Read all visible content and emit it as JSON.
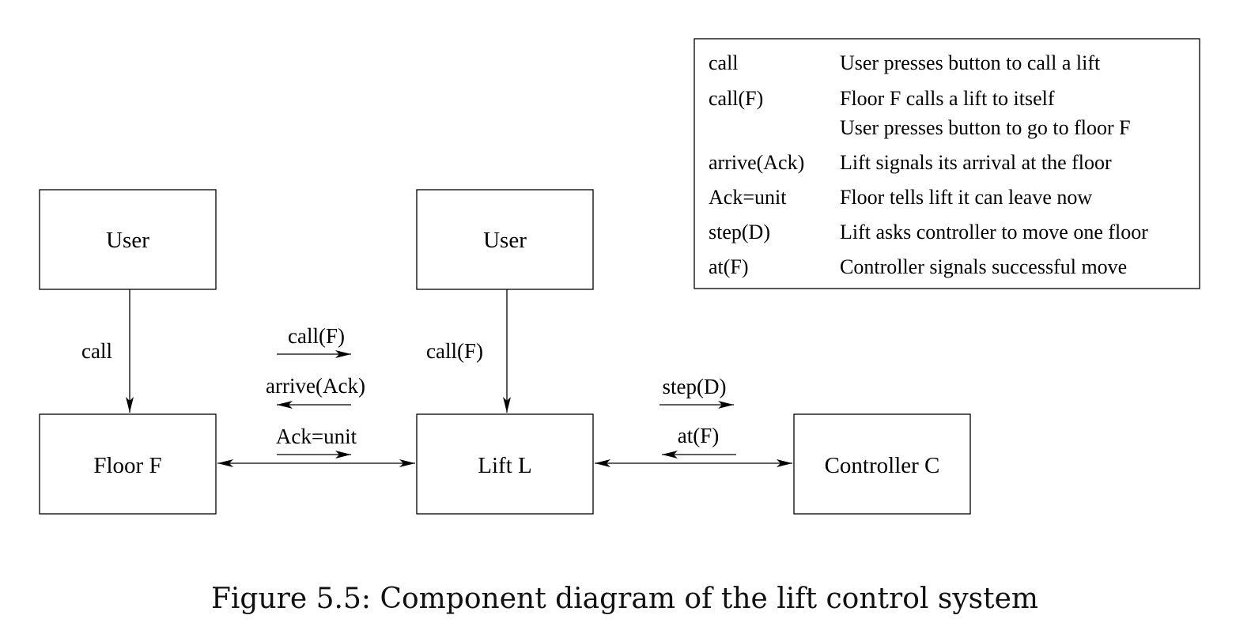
{
  "nodes": {
    "user_left": "User",
    "user_mid": "User",
    "floor": "Floor F",
    "lift": "Lift L",
    "controller": "Controller C"
  },
  "edges": {
    "user_to_floor": "call",
    "user_to_lift": "call(F)",
    "floor_lift_call": "call(F)",
    "floor_lift_arrive": "arrive(Ack)",
    "floor_lift_ack": "Ack=unit",
    "lift_ctrl_step": "step(D)",
    "lift_ctrl_at": "at(F)"
  },
  "legend": [
    {
      "term": "call",
      "desc": "User presses button to call a lift"
    },
    {
      "term": "call(F)",
      "desc": "Floor F calls a lift to itself"
    },
    {
      "term": "",
      "desc": "User presses button to go to floor F"
    },
    {
      "term": "arrive(Ack)",
      "desc": "Lift signals its arrival at the floor"
    },
    {
      "term": "Ack=unit",
      "desc": "Floor tells lift it can leave now"
    },
    {
      "term": "step(D)",
      "desc": "Lift asks controller to move one floor"
    },
    {
      "term": "at(F)",
      "desc": "Controller signals successful move"
    }
  ],
  "caption": "Figure 5.5: Component diagram of the lift control system"
}
